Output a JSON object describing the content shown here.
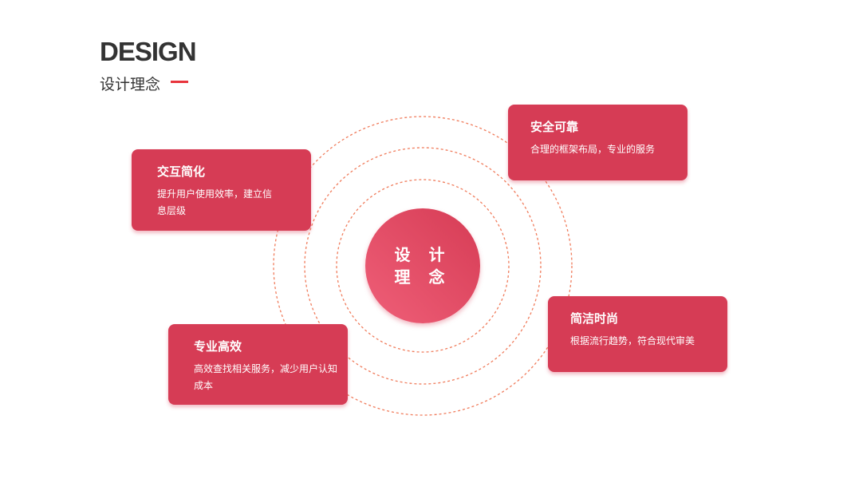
{
  "header": {
    "title": "DESIGN",
    "subtitle": "设计理念"
  },
  "center": {
    "line1": "设 计",
    "line2": "理 念"
  },
  "cards": [
    {
      "title": "交互简化",
      "desc": "提升用户使用效率，建立信息层级"
    },
    {
      "title": "安全可靠",
      "desc": "合理的框架布局，专业的服务"
    },
    {
      "title": "专业高效",
      "desc": "高效查找相关服务，减少用户认知成本"
    },
    {
      "title": "简洁时尚",
      "desc": "根据流行趋势，符合现代审美"
    }
  ],
  "colors": {
    "accent": "#d63c55",
    "ring": "#f07c5c"
  }
}
